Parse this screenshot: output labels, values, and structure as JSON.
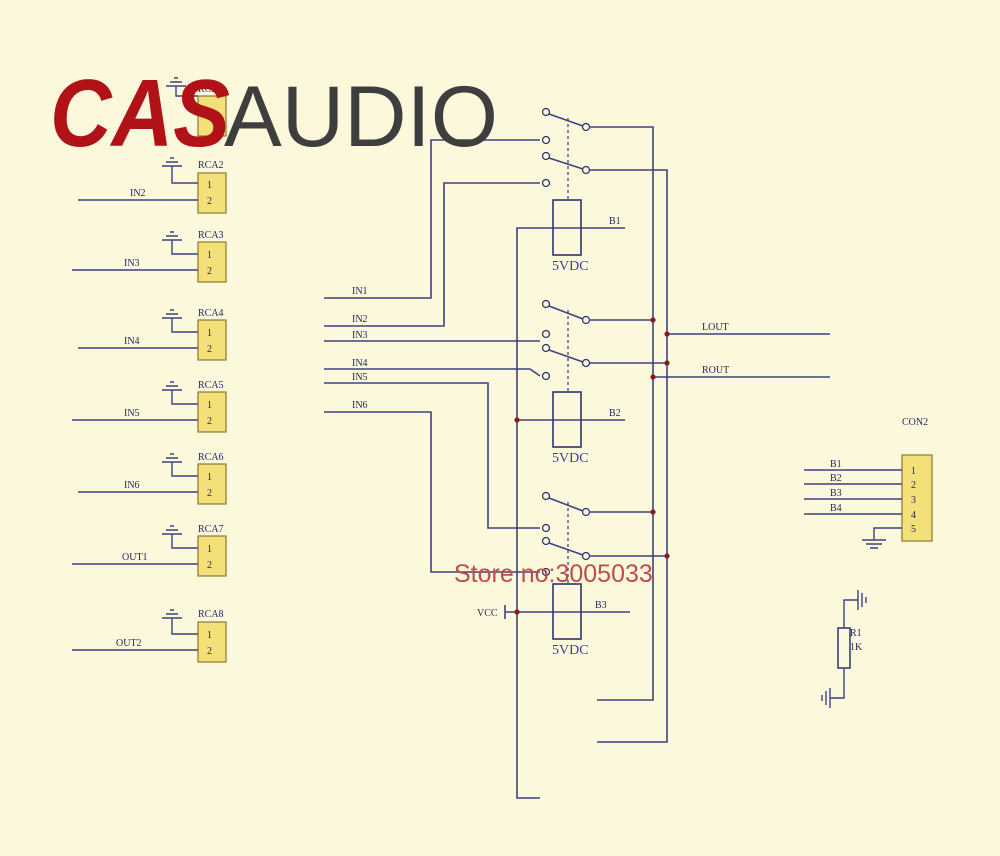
{
  "logo": {
    "cas": "CAS",
    "audio": "AUDIO"
  },
  "watermark": "Store no:3005033",
  "connectors": [
    {
      "ref": "RCA1",
      "net": ""
    },
    {
      "ref": "RCA2",
      "net": "IN2"
    },
    {
      "ref": "RCA3",
      "net": "IN3"
    },
    {
      "ref": "RCA4",
      "net": "IN4"
    },
    {
      "ref": "RCA5",
      "net": "IN5"
    },
    {
      "ref": "RCA6",
      "net": "IN6"
    },
    {
      "ref": "RCA7",
      "net": "OUT1"
    },
    {
      "ref": "RCA8",
      "net": "OUT2"
    }
  ],
  "connector_pins": [
    "1",
    "2"
  ],
  "bus_inputs": [
    "IN1",
    "IN2",
    "IN3",
    "IN4",
    "IN5",
    "IN6"
  ],
  "relays": [
    {
      "ref": "B1",
      "value": "5VDC"
    },
    {
      "ref": "B2",
      "value": "5VDC"
    },
    {
      "ref": "B3",
      "value": "5VDC"
    }
  ],
  "outputs": {
    "left": "LOUT",
    "right": "ROUT"
  },
  "supply": "VCC",
  "con2": {
    "ref": "CON2",
    "pins": [
      "1",
      "2",
      "3",
      "4",
      "5"
    ],
    "nets": [
      "B1",
      "B2",
      "B3",
      "B4"
    ]
  },
  "resistor": {
    "ref": "R1",
    "value": "1K"
  },
  "colors": {
    "background": "#fbf8dc",
    "wire": "#3d4380",
    "connector": "#f4e079",
    "logo_red": "#b01217",
    "watermark": "#bf4c47"
  }
}
